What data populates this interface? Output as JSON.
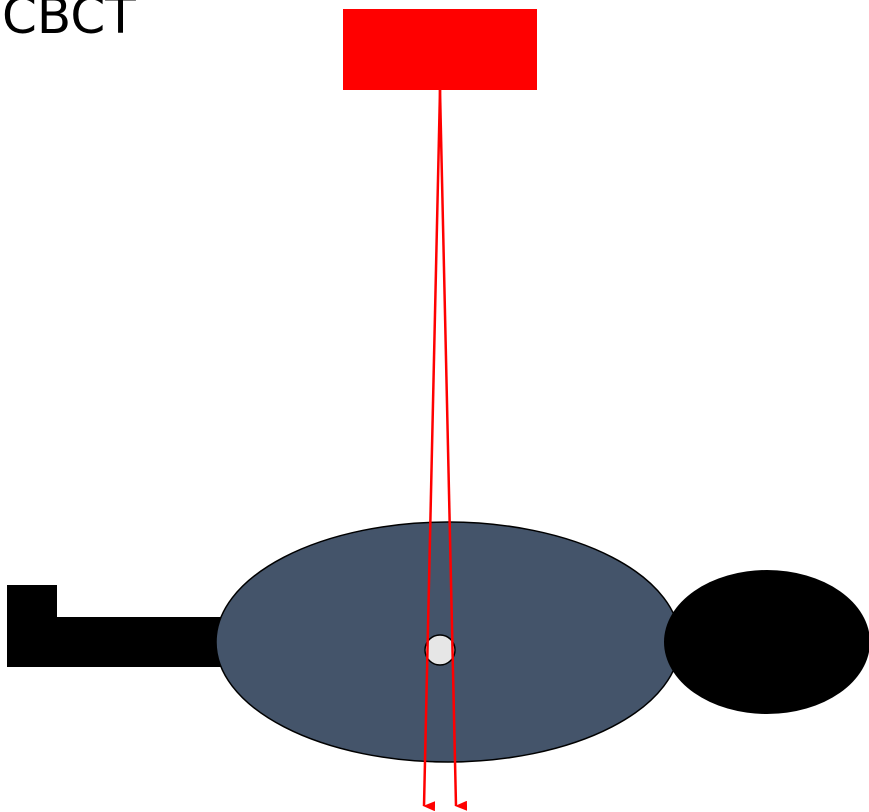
{
  "title": "CBCT",
  "colors": {
    "source": "#ff0000",
    "beam": "#ff0000",
    "body": "#44546a",
    "head": "#000000",
    "legs": "#000000",
    "isocenter": "#e6e6e6",
    "outline": "#000000"
  },
  "elements": {
    "source": "x-ray-source",
    "beam": "cone-beam",
    "body": "patient-body",
    "head": "patient-head",
    "legs": "patient-legs",
    "isocenter": "isocenter-marker"
  }
}
